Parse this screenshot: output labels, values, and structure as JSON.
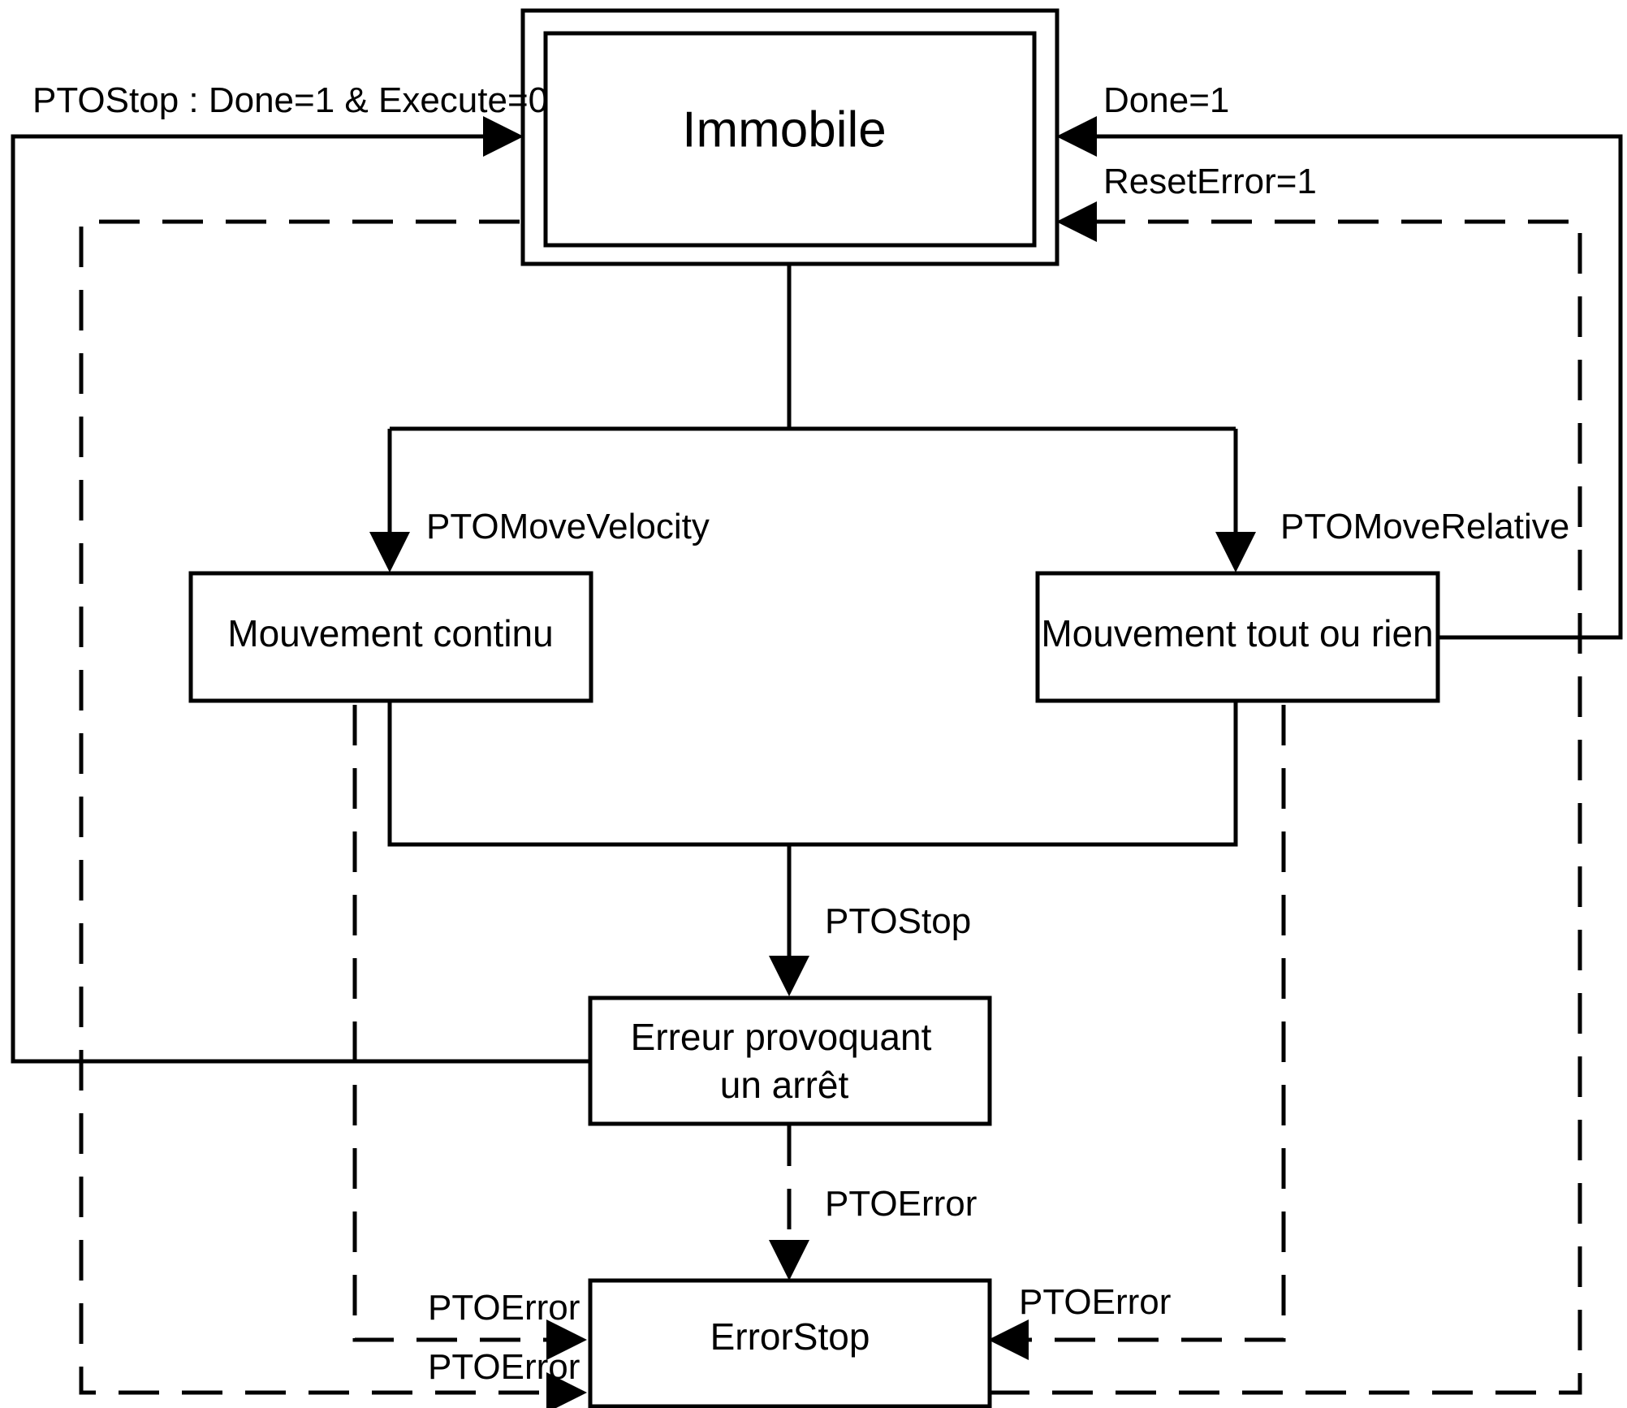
{
  "states": {
    "immobile": "Immobile",
    "continuous": "Mouvement continu",
    "discrete": "Mouvement tout ou rien",
    "stopping_line1": "Erreur provoquant",
    "stopping_line2": "un arrêt",
    "errorstop": "ErrorStop"
  },
  "transitions": {
    "stop_done_execute": "PTOStop : Done=1 & Execute=0",
    "done": "Done=1",
    "reset_error": "ResetError=1",
    "move_velocity": "PTOMoveVelocity",
    "move_relative": "PTOMoveRelative",
    "stop": "PTOStop",
    "error_center": "PTOError",
    "error_left_upper": "PTOError",
    "error_left_lower": "PTOError",
    "error_right": "PTOError"
  }
}
